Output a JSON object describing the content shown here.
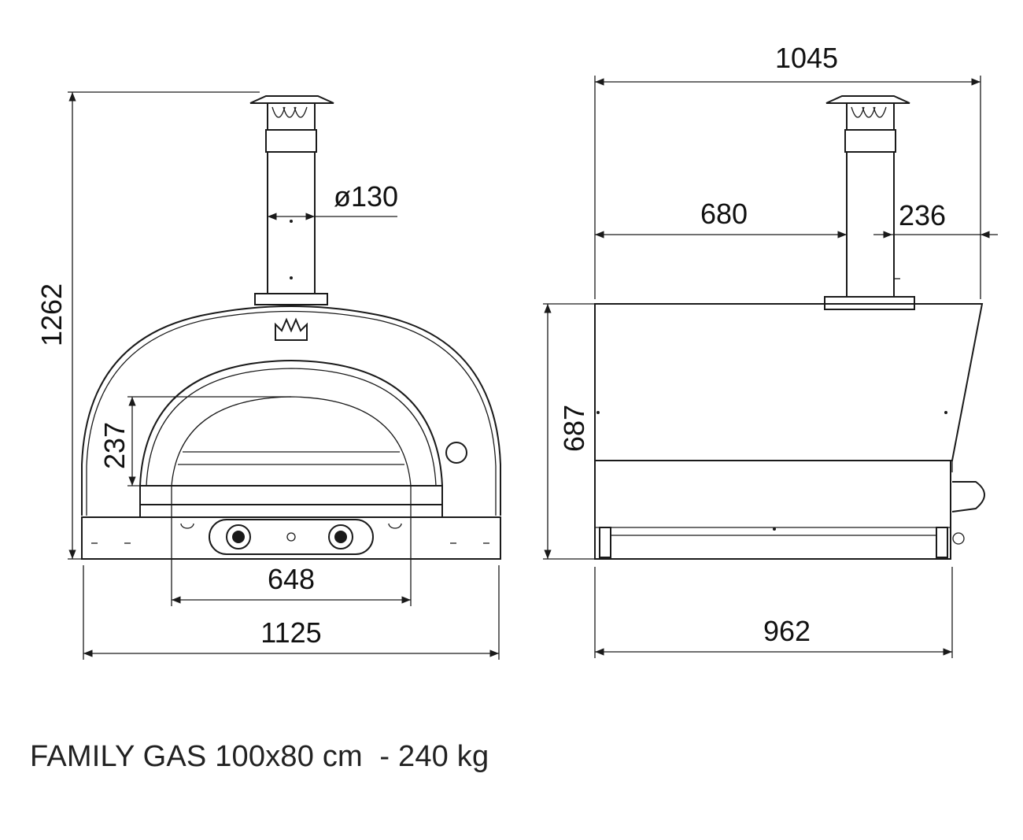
{
  "front_view": {
    "height_label": "1262",
    "flue_diameter_label": "ø130",
    "mouth_height_label": "237",
    "mouth_width_label": "648",
    "total_width_label": "1125"
  },
  "side_view": {
    "total_depth_label": "1045",
    "flue_position_label": "680",
    "flue_offset_label": "236",
    "body_height_label": "687",
    "base_depth_label": "962"
  },
  "caption": "FAMILY GAS 100x80 cm  - 240 kg",
  "colors": {
    "line": "#1a1a1a",
    "fill": "#cfcfcf",
    "text": "#111111"
  }
}
